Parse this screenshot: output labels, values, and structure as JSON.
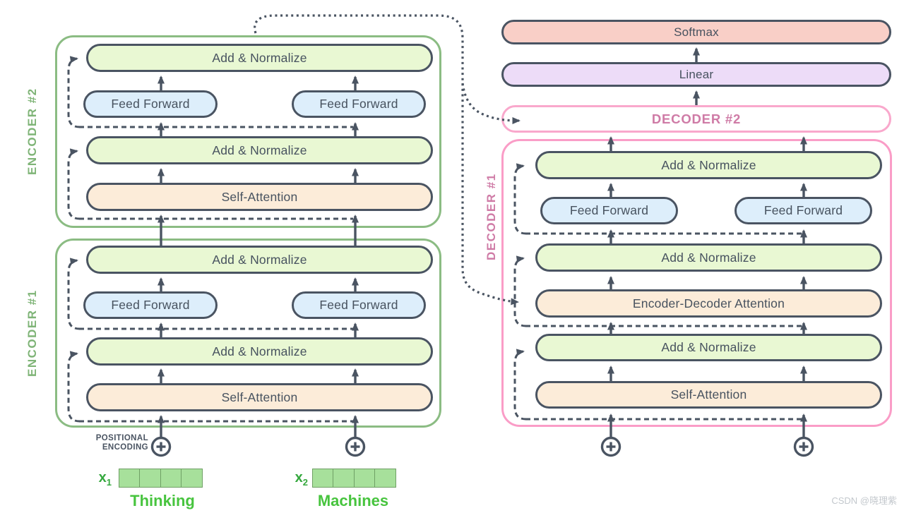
{
  "encoder_stack": {
    "encoder2": {
      "label": "ENCODER #2",
      "add_normalize_top": "Add & Normalize",
      "feed_forward_left": "Feed Forward",
      "feed_forward_right": "Feed Forward",
      "add_normalize_bottom": "Add & Normalize",
      "self_attention": "Self-Attention"
    },
    "encoder1": {
      "label": "ENCODER #1",
      "add_normalize_top": "Add & Normalize",
      "feed_forward_left": "Feed Forward",
      "feed_forward_right": "Feed Forward",
      "add_normalize_bottom": "Add & Normalize",
      "self_attention": "Self-Attention"
    }
  },
  "decoder_stack": {
    "softmax": "Softmax",
    "linear": "Linear",
    "decoder2": {
      "label": "DECODER #2"
    },
    "decoder1": {
      "label": "DECODER #1",
      "add_normalize_top": "Add & Normalize",
      "feed_forward_left": "Feed Forward",
      "feed_forward_right": "Feed Forward",
      "add_normalize_middle": "Add & Normalize",
      "encoder_decoder_attention": "Encoder-Decoder Attention",
      "add_normalize_bottom": "Add & Normalize",
      "self_attention": "Self-Attention"
    }
  },
  "inputs": {
    "positional_encoding_line1": "POSITIONAL",
    "positional_encoding_line2": "ENCODING",
    "x1": {
      "base": "x",
      "sub": "1",
      "word": "Thinking",
      "embedding_cells": 4
    },
    "x2": {
      "base": "x",
      "sub": "2",
      "word": "Machines",
      "embedding_cells": 4
    }
  },
  "watermark": "CSDN @晓理紫",
  "colors": {
    "outline": "#4a5462",
    "add_normalize_fill": "#e9f8d3",
    "feed_forward_fill": "#ddeefb",
    "attention_fill": "#fcecd9",
    "softmax_fill": "#f9cfc7",
    "linear_fill": "#eddcf8",
    "encoder_border": "#8bbc83",
    "encoder_label_green": "#7fb477",
    "decoder_border": "#fa9dc7",
    "decoder_label_pink": "#cf7ba6",
    "embedding_fill": "#a7e09b",
    "embedding_border": "#6fa065",
    "word_green": "#47c43e",
    "x_label_green": "#35a83e",
    "watermark_gray": "#c3c8cd"
  }
}
